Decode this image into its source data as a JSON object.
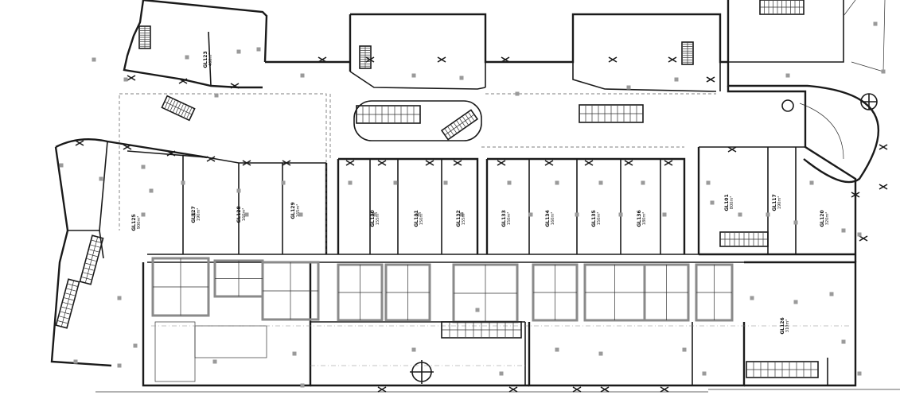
{
  "title": "",
  "colors": {
    "wall": "#1a1a1a",
    "column": "#9a9a9a",
    "core": "#8a8a8a"
  },
  "rooms": [
    {
      "id": "GL125",
      "area": "900m²"
    },
    {
      "id": "GL127",
      "area": "190m²"
    },
    {
      "id": "GL128",
      "area": "160m²"
    },
    {
      "id": "GL129",
      "area": "165m²"
    },
    {
      "id": "GL130",
      "area": "155m²"
    },
    {
      "id": "GL131",
      "area": "150m²"
    },
    {
      "id": "GL132",
      "area": "155m²"
    },
    {
      "id": "GL133",
      "area": "150m²"
    },
    {
      "id": "GL134",
      "area": "160m²"
    },
    {
      "id": "GL135",
      "area": "150m²"
    },
    {
      "id": "GL136",
      "area": "180m²"
    },
    {
      "id": "GL101",
      "area": "800m²"
    },
    {
      "id": "GL117",
      "area": "190m²"
    },
    {
      "id": "GL120",
      "area": "320m²"
    },
    {
      "id": "GL123",
      "area": "400m²"
    },
    {
      "id": "GL126",
      "area": "310m²"
    }
  ],
  "icons": [
    "north-arrow-icon",
    "compass-icon",
    "escalator-icon",
    "stair-icon"
  ]
}
